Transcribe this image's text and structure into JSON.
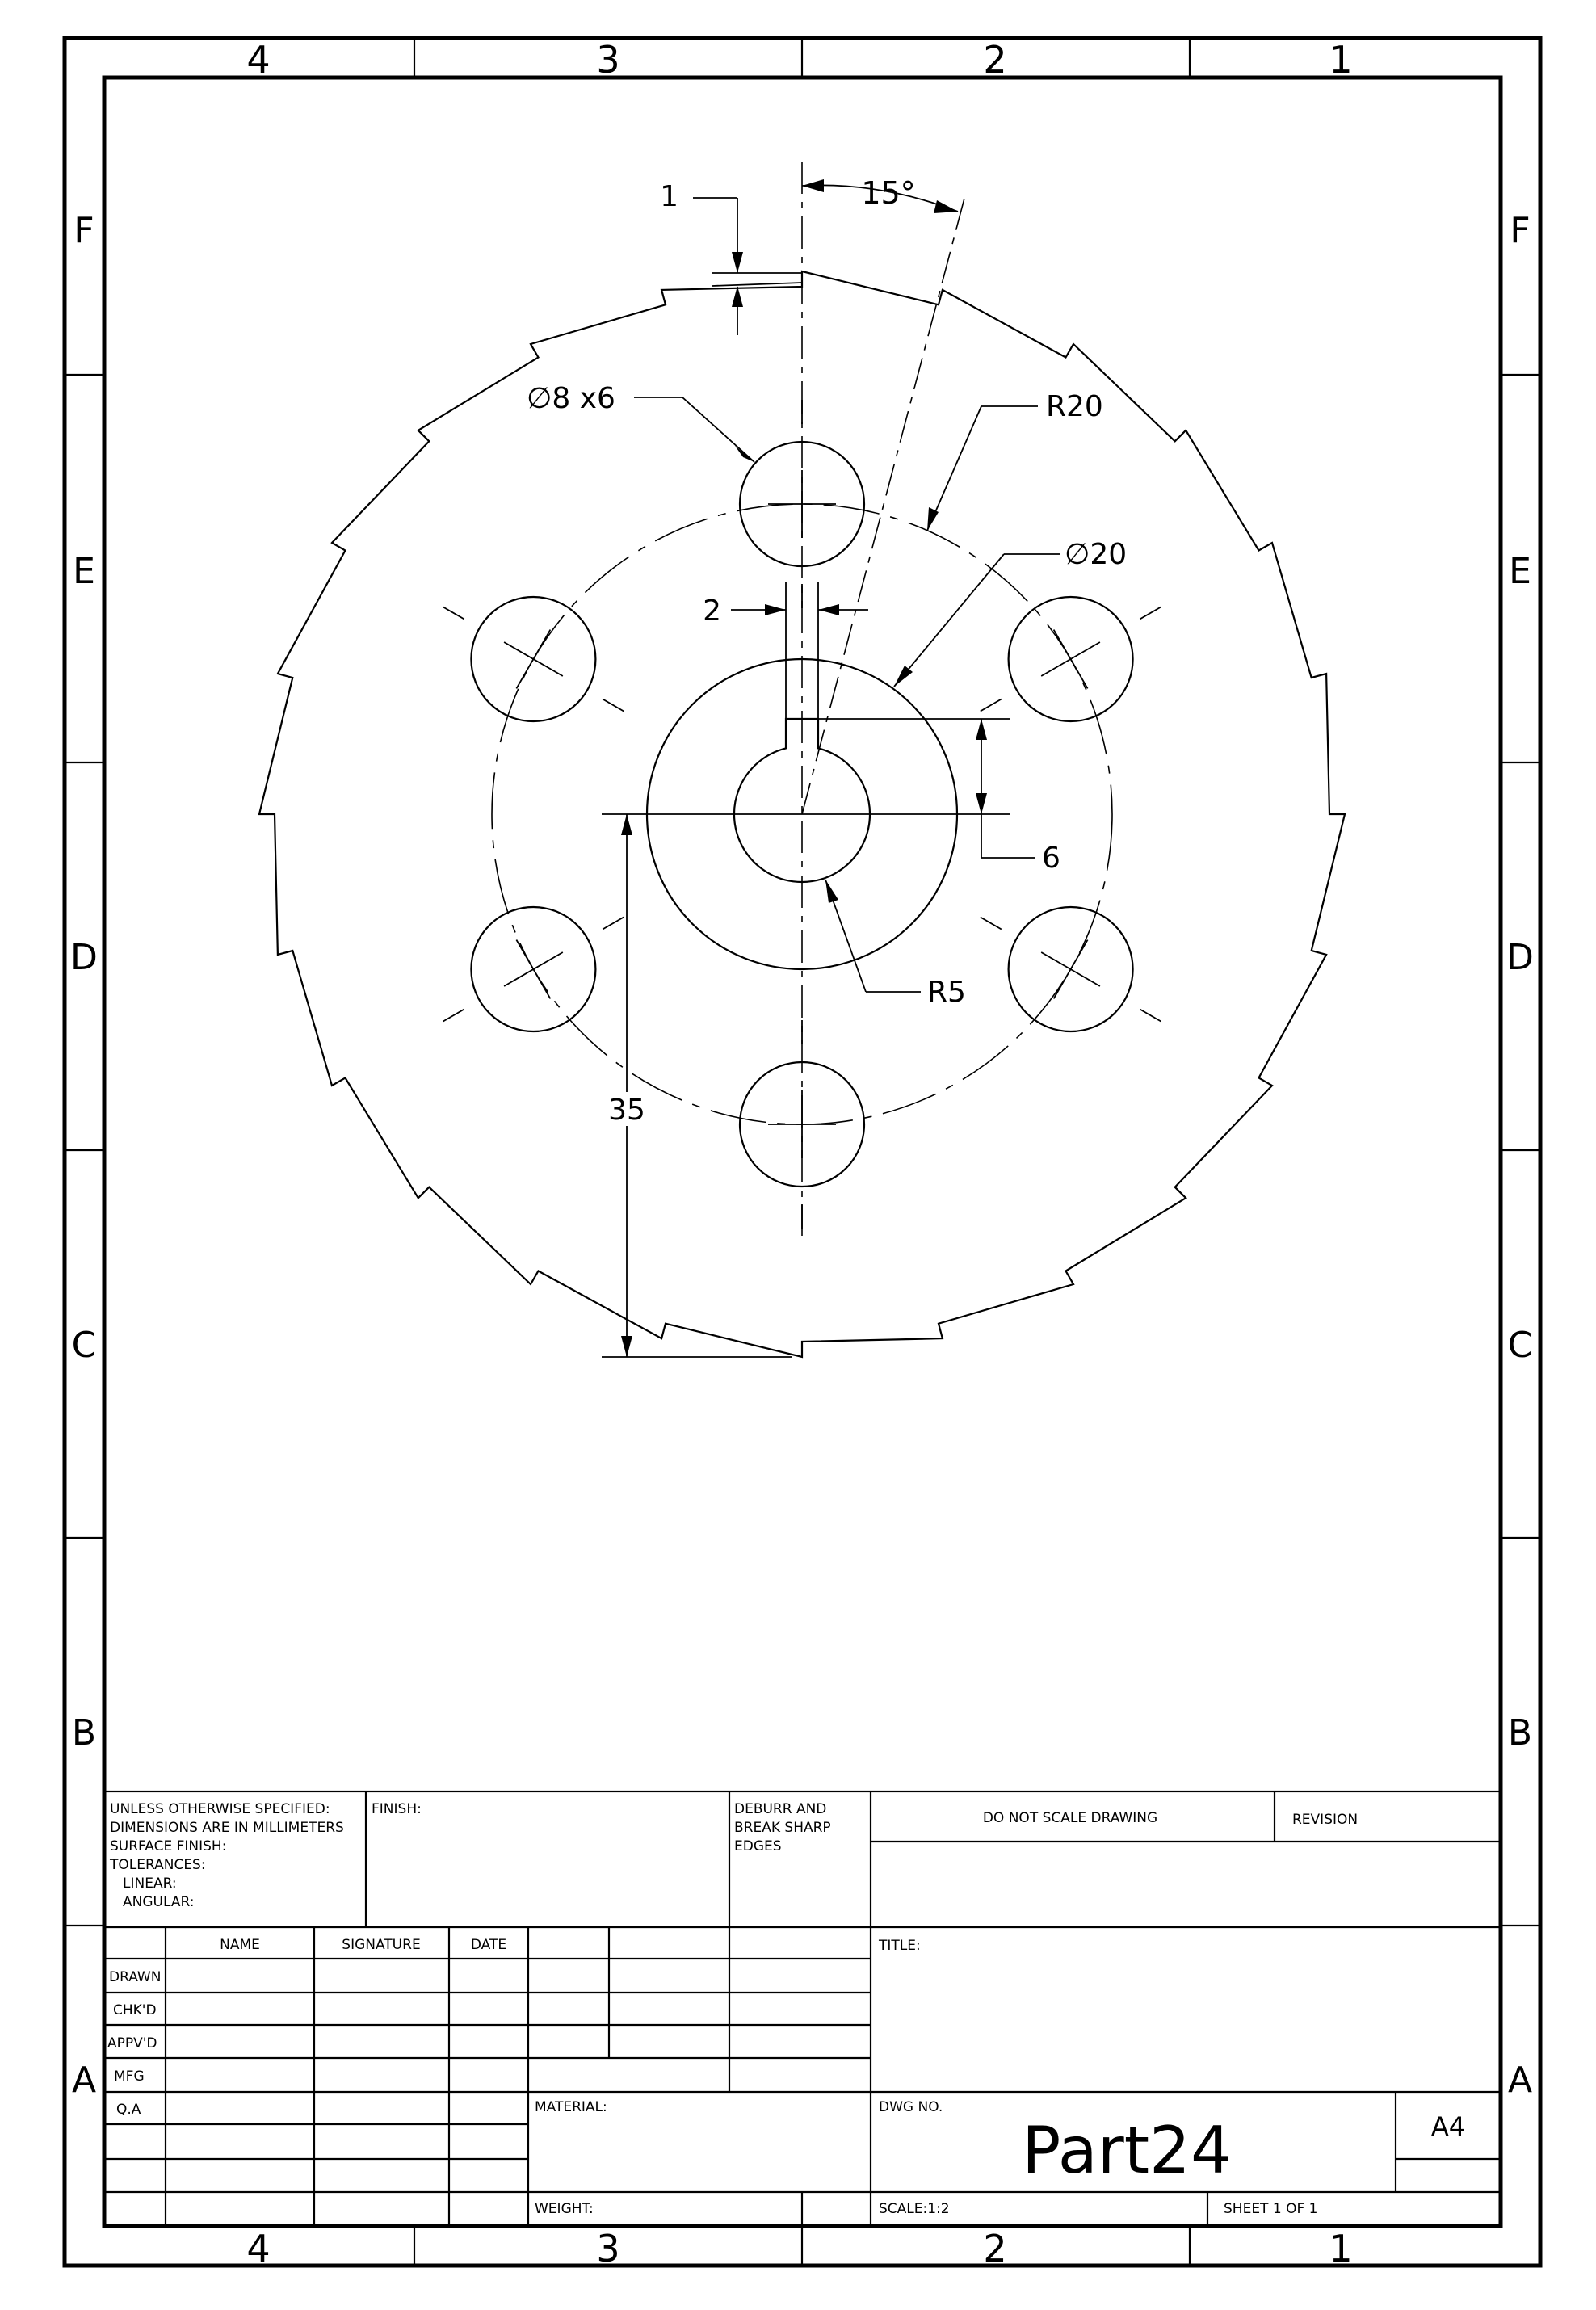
{
  "border": {
    "columns": [
      "4",
      "3",
      "2",
      "1"
    ],
    "rows": [
      "F",
      "E",
      "D",
      "C",
      "B",
      "A"
    ]
  },
  "dimensions": {
    "step": "1",
    "angle": "15°",
    "holes": "∅8 x6",
    "outer_radius": "R20",
    "hub_diameter": "∅20",
    "keyway_width": "2",
    "keyway_depth": "6",
    "bore_radius": "R5",
    "center_height": "35"
  },
  "title_block": {
    "notes": [
      "UNLESS OTHERWISE SPECIFIED:",
      "DIMENSIONS ARE IN MILLIMETERS",
      "SURFACE FINISH:",
      "TOLERANCES:",
      "LINEAR:",
      "ANGULAR:"
    ],
    "finish": "FINISH:",
    "deburr": [
      "DEBURR AND",
      "BREAK SHARP",
      "EDGES"
    ],
    "do_not_scale": "DO NOT SCALE DRAWING",
    "revision": "REVISION",
    "headers": [
      "NAME",
      "SIGNATURE",
      "DATE"
    ],
    "roles": [
      "DRAWN",
      "CHK'D",
      "APPV'D",
      "MFG",
      "Q.A"
    ],
    "title_label": "TITLE:",
    "material": "MATERIAL:",
    "weight": "WEIGHT:",
    "dwg_no_label": "DWG NO.",
    "dwg_no": "Part24",
    "size": "A4",
    "scale": "SCALE:1:2",
    "sheet": "SHEET 1 OF 1"
  }
}
